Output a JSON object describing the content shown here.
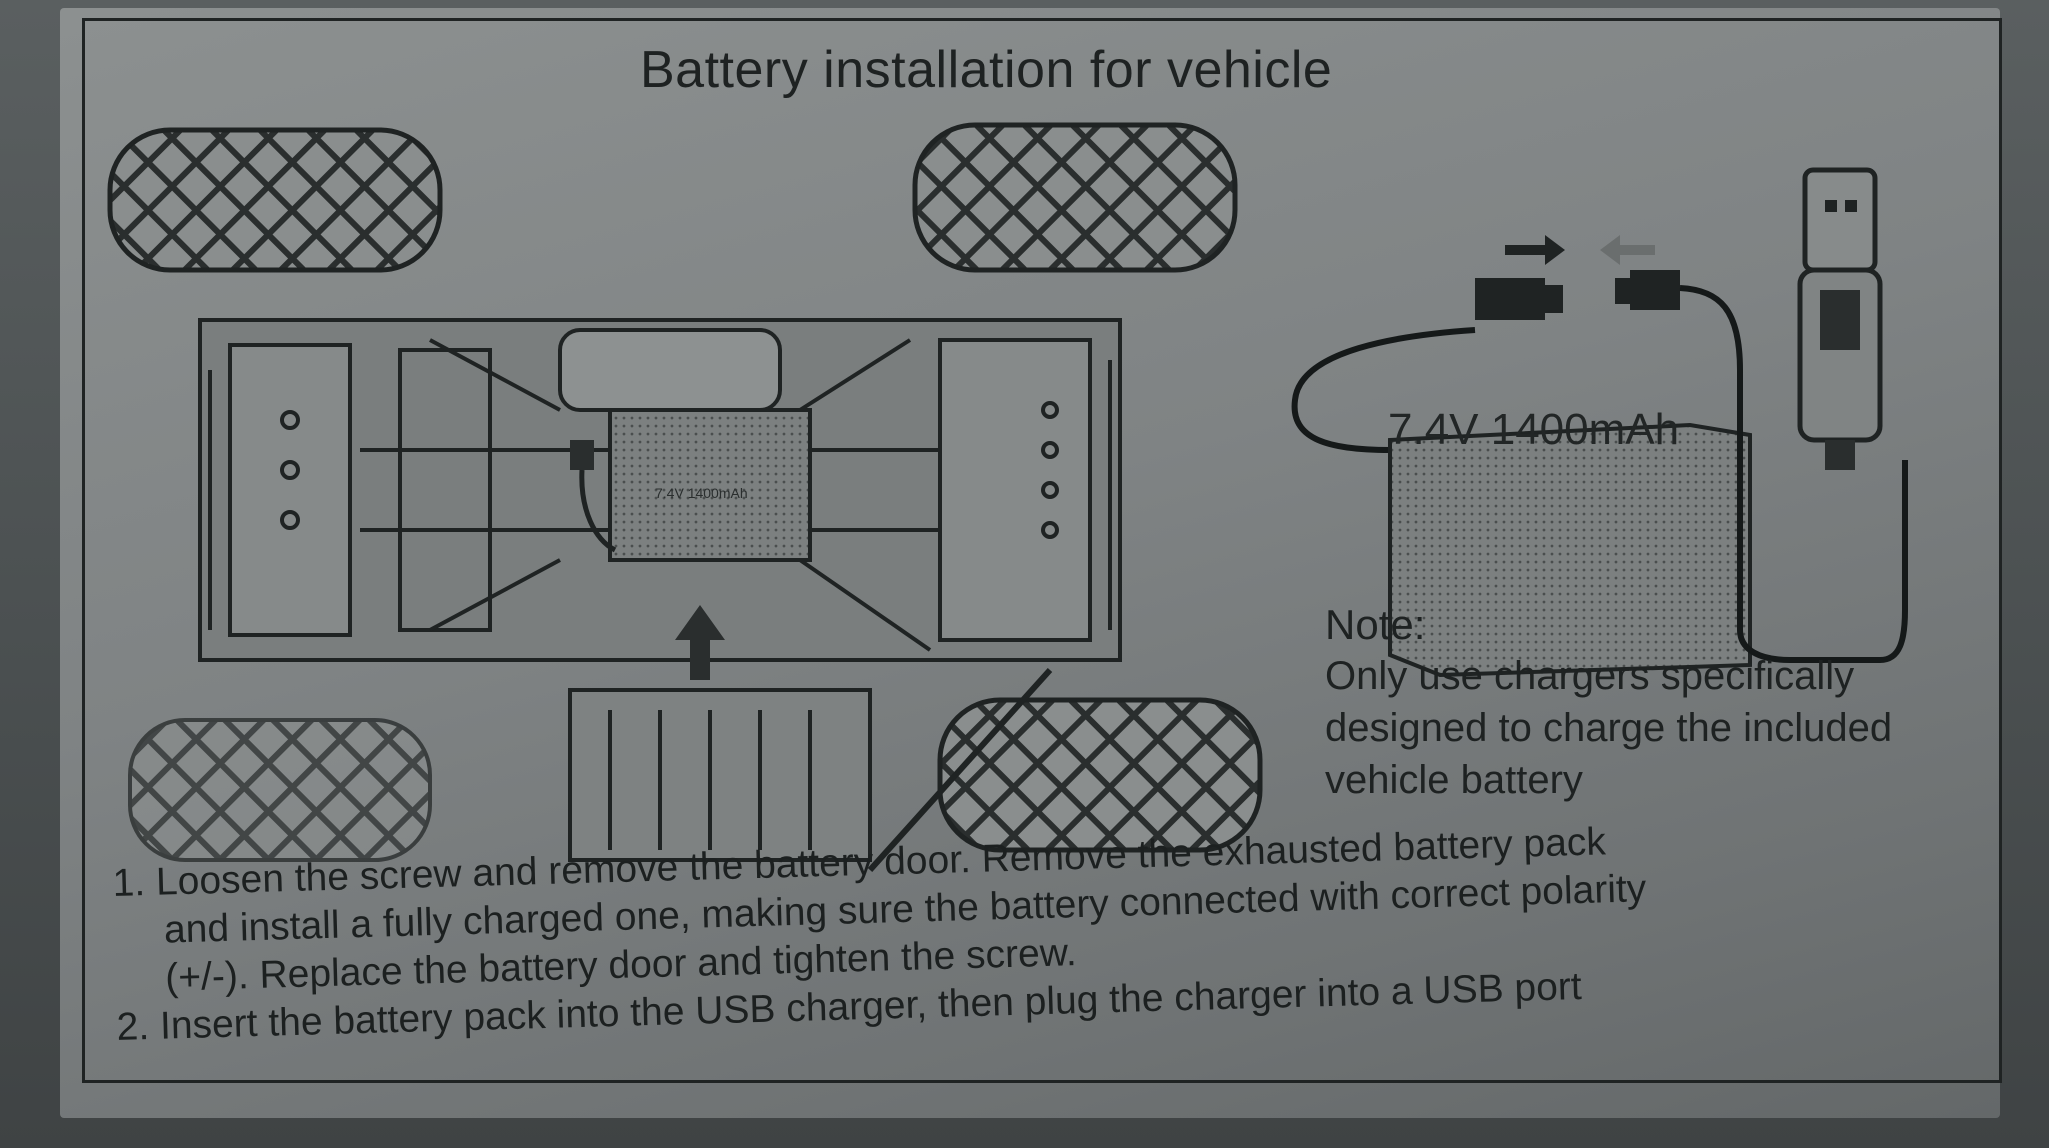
{
  "title": "Battery installation for vehicle",
  "battery_label": "7.4V 1400mAh",
  "small_battery_label": "7.4V 1400mAh",
  "note": {
    "title": "Note:",
    "lines": [
      "Only use chargers specifically",
      "designed to charge the included",
      "vehicle battery"
    ]
  },
  "steps": {
    "step1_line1": "1. Loosen the screw and remove the battery door. Remove the exhausted battery pack",
    "step1_line2": "and install a fully charged one, making sure the battery connected with correct polarity",
    "step1_line3": "(+/-). Replace the battery door and tighten the screw.",
    "step2": "2. Insert the battery pack into the USB charger, then plug the charger into a USB port"
  },
  "icons": [
    "tire-icon",
    "arrow-right-icon",
    "arrow-left-icon",
    "usb-plug-icon",
    "battery-icon",
    "connector-icon",
    "arrow-up-icon"
  ],
  "colors": {
    "paper": "#8c9090",
    "ink": "#1e2222",
    "background": "#474c4d"
  }
}
